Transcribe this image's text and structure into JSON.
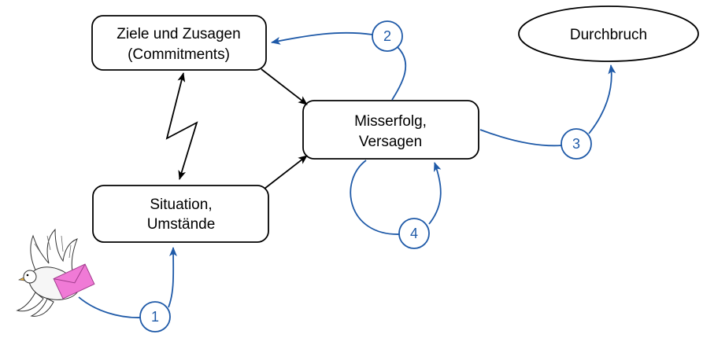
{
  "colors": {
    "accent_blue": "#1f5aa8",
    "stroke": "#000000",
    "envelope_pink": "#f07ad6"
  },
  "nodes": {
    "goals": {
      "line1": "Ziele und Zusagen",
      "line2": "(Commitments)"
    },
    "situation": {
      "line1": "Situation,",
      "line2": "Umstände"
    },
    "failure": {
      "line1": "Misserfolg,",
      "line2": "Versagen"
    },
    "breakthrough": {
      "label": "Durchbruch"
    }
  },
  "badges": {
    "b1": "1",
    "b2": "2",
    "b3": "3",
    "b4": "4"
  },
  "illustration": {
    "icon": "dove-with-envelope-icon"
  }
}
